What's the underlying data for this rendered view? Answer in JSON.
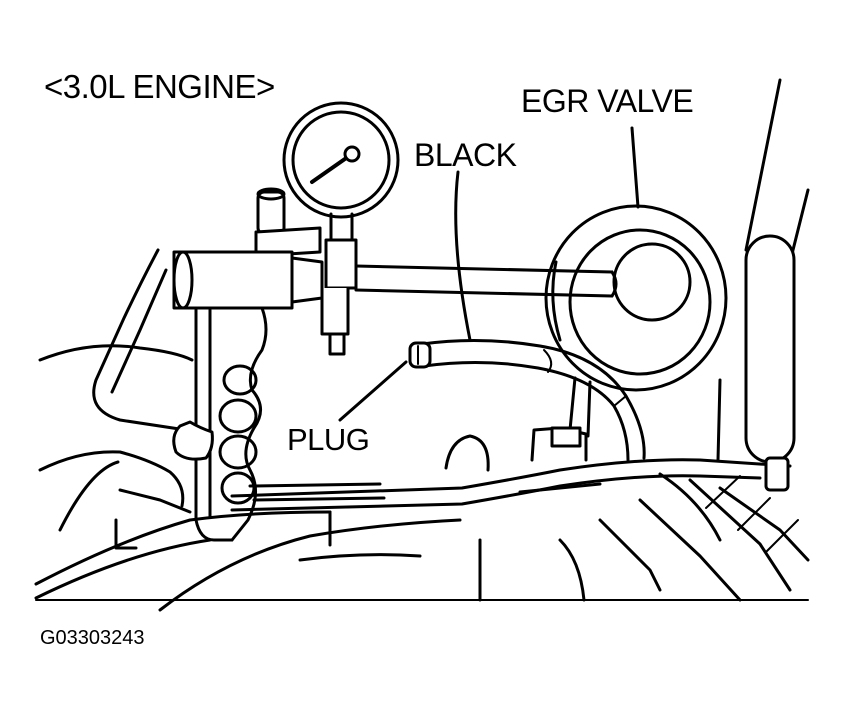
{
  "figure": {
    "title": "<3.0L ENGINE>",
    "figure_id": "G03303243"
  },
  "callouts": {
    "egr_valve": "EGR VALVE",
    "black": "BLACK",
    "plug": "PLUG"
  },
  "colors": {
    "ink": "#000000",
    "paper": "#ffffff"
  }
}
